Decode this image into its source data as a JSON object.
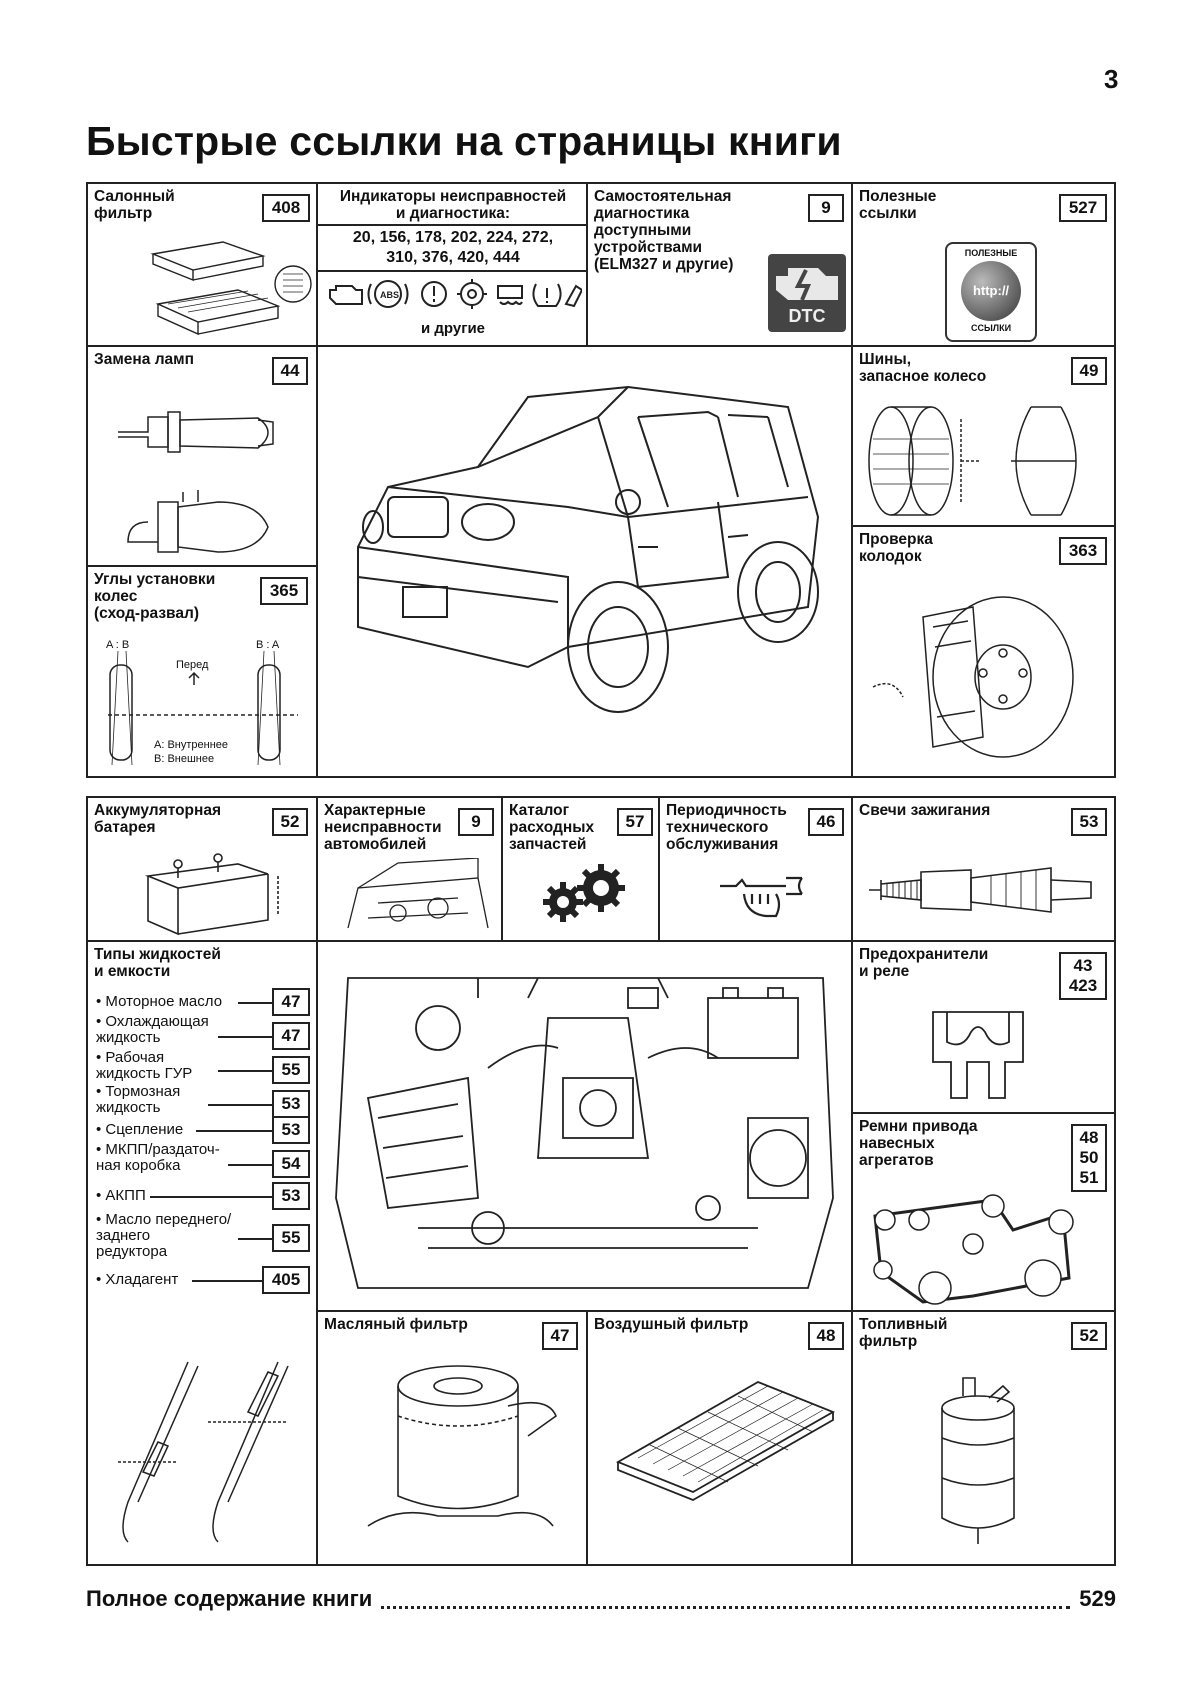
{
  "page_number": "3",
  "title": "Быстрые ссылки на страницы книги",
  "top": {
    "cabin_filter": {
      "label": "Салонный\nфильтр",
      "page": "408"
    },
    "indicators": {
      "label": "Индикаторы неисправностей\nи диагностика:",
      "pages": "20, 156, 178, 202, 224, 272,\n310, 376, 420, 444",
      "others": "и другие"
    },
    "self_diag": {
      "label": "Самостоятельная\nдиагностика\nдоступными\nустройствами\n(ELM327 и другие)",
      "page": "9",
      "badge": "DTC"
    },
    "useful_links": {
      "label": "Полезные\nссылки",
      "page": "527",
      "logo_top": "ПОЛЕЗНЫЕ",
      "logo_mid": "http://",
      "logo_bottom": "ССЫЛКИ"
    },
    "lamps": {
      "label": "Замена ламп",
      "page": "44"
    },
    "tires": {
      "label": "Шины,\nзапасное колесо",
      "page": "49"
    },
    "alignment": {
      "label": "Углы установки\nколес\n(сход-развал)",
      "page": "365",
      "front": "Перед",
      "ab_left": "A : B",
      "ba_right": "B : A",
      "legend_a": "A: Внутреннее",
      "legend_b": "B: Внешнее"
    },
    "brake_pads": {
      "label": "Проверка\nколодок",
      "page": "363"
    }
  },
  "bottom": {
    "battery": {
      "label": "Аккумуляторная\nбатарея",
      "page": "52"
    },
    "features": {
      "label": "Характерные\nнеисправности\nавтомобилей",
      "page": "9"
    },
    "catalog": {
      "label": "Каталог\nрасходных\nзапчастей",
      "page": "57"
    },
    "maintenance": {
      "label": "Периодичность\nтехнического\nобслуживания",
      "page": "46"
    },
    "spark_plugs": {
      "label": "Свечи зажигания",
      "page": "53"
    },
    "fluids": {
      "label": "Типы жидкостей\nи емкости",
      "items": [
        {
          "text": "• Моторное масло",
          "page": "47"
        },
        {
          "text": "• Охлаждающая\n  жидкость",
          "page": "47"
        },
        {
          "text": "• Рабочая\n  жидкость ГУР",
          "page": "55"
        },
        {
          "text": "• Тормозная\n  жидкость",
          "page": "53"
        },
        {
          "text": "• Сцепление",
          "page": "53"
        },
        {
          "text": "• МКПП/раздаточ-\n  ная коробка",
          "page": "54"
        },
        {
          "text": "• АКПП",
          "page": "53"
        },
        {
          "text": "• Масло переднего/\n  заднего\n  редуктора",
          "page": "55"
        },
        {
          "text": "• Хладагент",
          "page": "405"
        }
      ]
    },
    "fuses": {
      "label": "Предохранители\nи реле",
      "page": "43\n423"
    },
    "belts": {
      "label": "Ремни привода\nнавесных\nагрегатов",
      "page": "48\n50\n51"
    },
    "oil_filter": {
      "label": "Масляный фильтр",
      "page": "47"
    },
    "air_filter": {
      "label": "Воздушный фильтр",
      "page": "48"
    },
    "fuel_filter": {
      "label": "Топливный\nфильтр",
      "page": "52"
    }
  },
  "toc": {
    "label": "Полное содержание книги",
    "page": "529"
  }
}
